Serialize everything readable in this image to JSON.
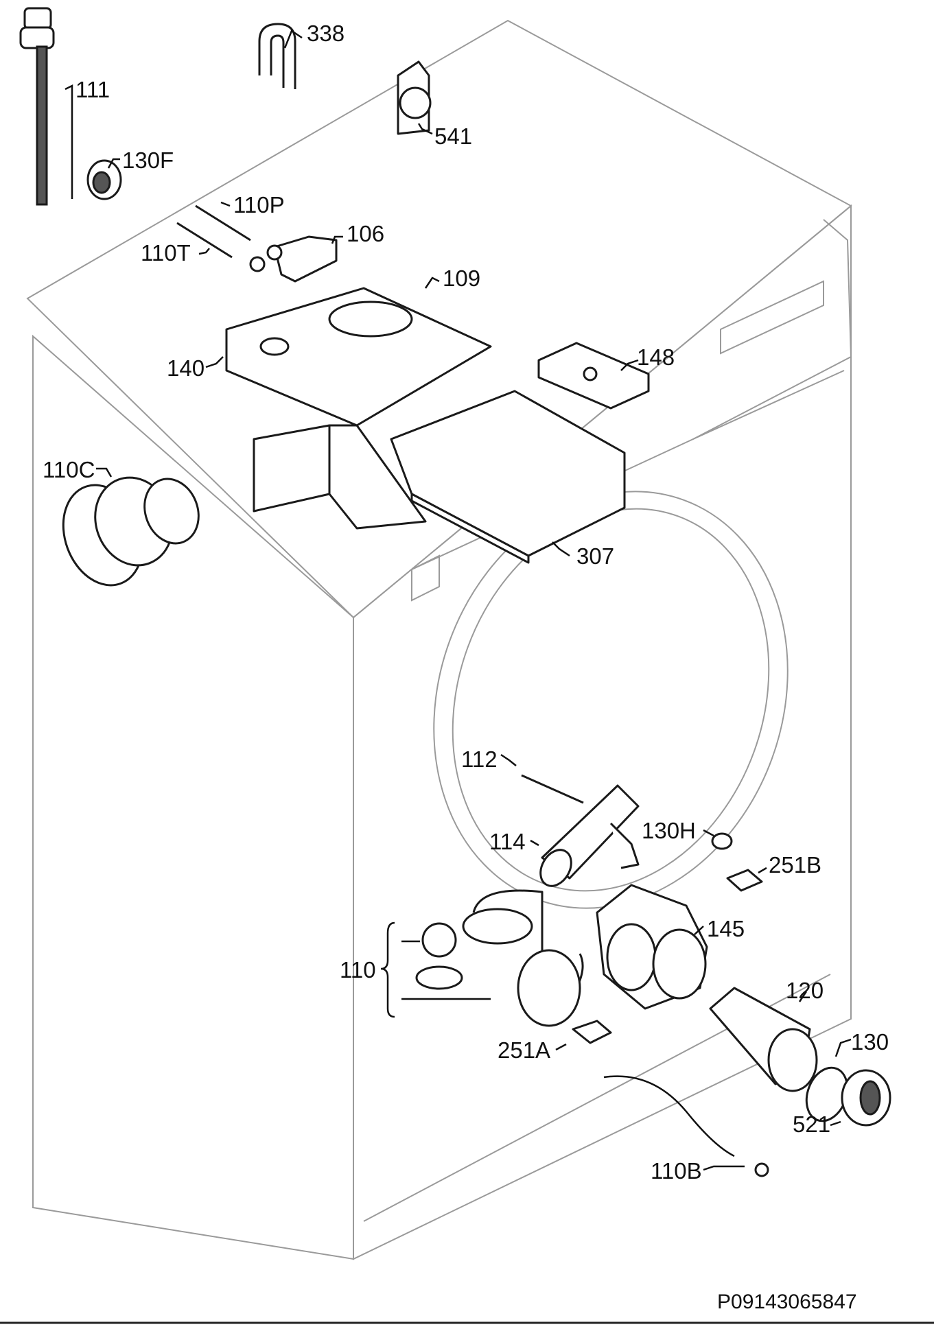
{
  "diagram": {
    "code": "P09143065847",
    "parts": [
      {
        "id": "111",
        "label": "111"
      },
      {
        "id": "338",
        "label": "338"
      },
      {
        "id": "541",
        "label": "541"
      },
      {
        "id": "130F",
        "label": "130F"
      },
      {
        "id": "110P",
        "label": "110P"
      },
      {
        "id": "110T",
        "label": "110T"
      },
      {
        "id": "106",
        "label": "106"
      },
      {
        "id": "109",
        "label": "109"
      },
      {
        "id": "140",
        "label": "140"
      },
      {
        "id": "148",
        "label": "148"
      },
      {
        "id": "110C",
        "label": "110C"
      },
      {
        "id": "307",
        "label": "307"
      },
      {
        "id": "112",
        "label": "112"
      },
      {
        "id": "114",
        "label": "114"
      },
      {
        "id": "130H",
        "label": "130H"
      },
      {
        "id": "251B",
        "label": "251B"
      },
      {
        "id": "145",
        "label": "145"
      },
      {
        "id": "110",
        "label": "110"
      },
      {
        "id": "120",
        "label": "120"
      },
      {
        "id": "251A",
        "label": "251A"
      },
      {
        "id": "130",
        "label": "130"
      },
      {
        "id": "521",
        "label": "521"
      },
      {
        "id": "110B",
        "label": "110B"
      }
    ]
  }
}
